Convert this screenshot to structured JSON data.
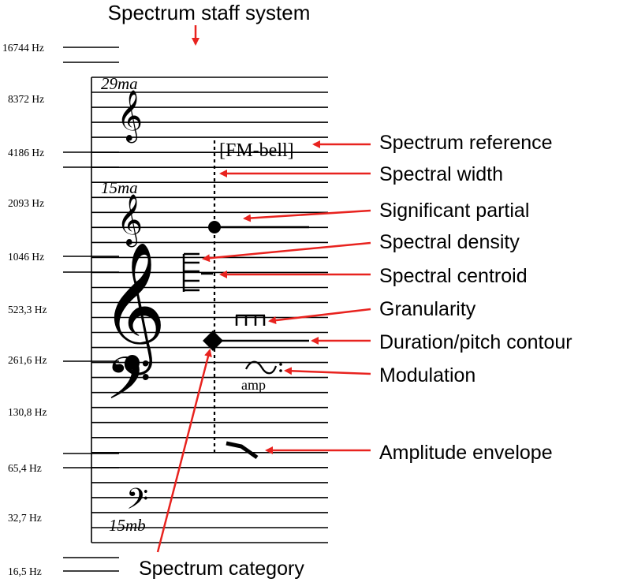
{
  "title": "Spectrum staff system",
  "octave_marks": {
    "top29": "29ma",
    "top15": "15ma",
    "bottom15": "15mb"
  },
  "frequencies": [
    {
      "label": "16744 Hz"
    },
    {
      "label": "8372 Hz"
    },
    {
      "label": "4186 Hz"
    },
    {
      "label": "2093 Hz"
    },
    {
      "label": "1046 Hz"
    },
    {
      "label": "523,3 Hz"
    },
    {
      "label": "261,6 Hz"
    },
    {
      "label": "130,8 Hz"
    },
    {
      "label": "65,4 Hz"
    },
    {
      "label": "32,7 Hz"
    },
    {
      "label": "16,5 Hz"
    }
  ],
  "spectrum_reference_text": "[FM-bell]",
  "modulation_text": "amp",
  "annotations": {
    "spectrum_reference": "Spectrum reference",
    "spectral_width": "Spectral width",
    "significant_partial": "Significant partial",
    "spectral_density": "Spectral density",
    "spectral_centroid": "Spectral centroid",
    "granularity": "Granularity",
    "duration_pitch_contour": "Duration/pitch contour",
    "modulation": "Modulation",
    "amplitude_envelope": "Amplitude envelope",
    "spectrum_category": "Spectrum category"
  },
  "colors": {
    "arrow": "#e8231f",
    "ink": "#000000"
  },
  "glyphs": {
    "treble_clef": "𝄞",
    "bass_clef": "𝄢"
  }
}
